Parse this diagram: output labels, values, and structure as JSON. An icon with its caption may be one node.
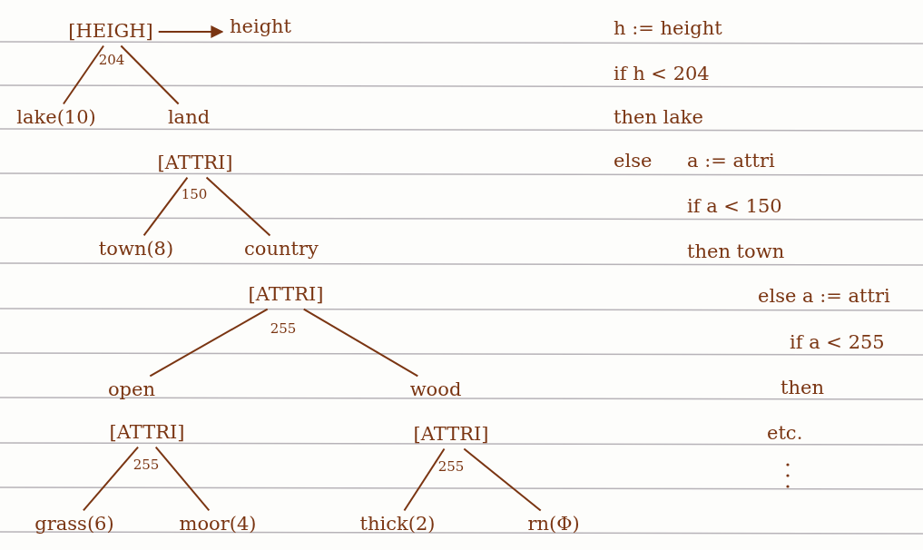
{
  "diagram": {
    "nodes": [
      {
        "text": [
          "[HEIGH]"
        ]
      },
      {
        "text": [
          "height"
        ]
      },
      {
        "text": [
          "lake(10)"
        ]
      },
      {
        "text": [
          "land"
        ]
      },
      {
        "text": [
          "[ATTRI]"
        ]
      },
      {
        "text": [
          "town(8)"
        ]
      },
      {
        "text": [
          "country"
        ]
      },
      {
        "text": [
          "[ATTRI]"
        ]
      },
      {
        "text": [
          "open"
        ]
      },
      {
        "text": [
          "wood"
        ]
      },
      {
        "text": [
          "[ATTRI]"
        ]
      },
      {
        "text": [
          "[ATTRI]"
        ]
      },
      {
        "text": [
          "grass(6)"
        ]
      },
      {
        "text": [
          "moor(4)"
        ]
      },
      {
        "text": [
          "thick(2)"
        ]
      },
      {
        "text": [
          "rn(Φ)"
        ]
      }
    ],
    "edges": [
      {
        "from": 0,
        "to": 1,
        "arrow": "to"
      },
      {
        "from": 0,
        "to": 2,
        "arrow": "none"
      },
      {
        "from": 0,
        "to": 3,
        "arrow": "none"
      },
      {
        "from": 4,
        "to": 5,
        "arrow": "none"
      },
      {
        "from": 4,
        "to": 6,
        "arrow": "none"
      },
      {
        "from": 7,
        "to": 8,
        "arrow": "none"
      },
      {
        "from": 7,
        "to": 9,
        "arrow": "none"
      },
      {
        "from": 10,
        "to": 12,
        "arrow": "none"
      },
      {
        "from": 10,
        "to": 13,
        "arrow": "none"
      },
      {
        "from": 11,
        "to": 14,
        "arrow": "none"
      },
      {
        "from": 11,
        "to": 15,
        "arrow": "none"
      }
    ],
    "labels": [
      "204",
      "150",
      "255",
      "255",
      "255",
      "h := height",
      "if h < 204",
      "then lake",
      "else",
      "a := attri",
      "if a < 150",
      "then town",
      "else a := attri",
      "if a < 255",
      "then",
      "etc."
    ]
  }
}
